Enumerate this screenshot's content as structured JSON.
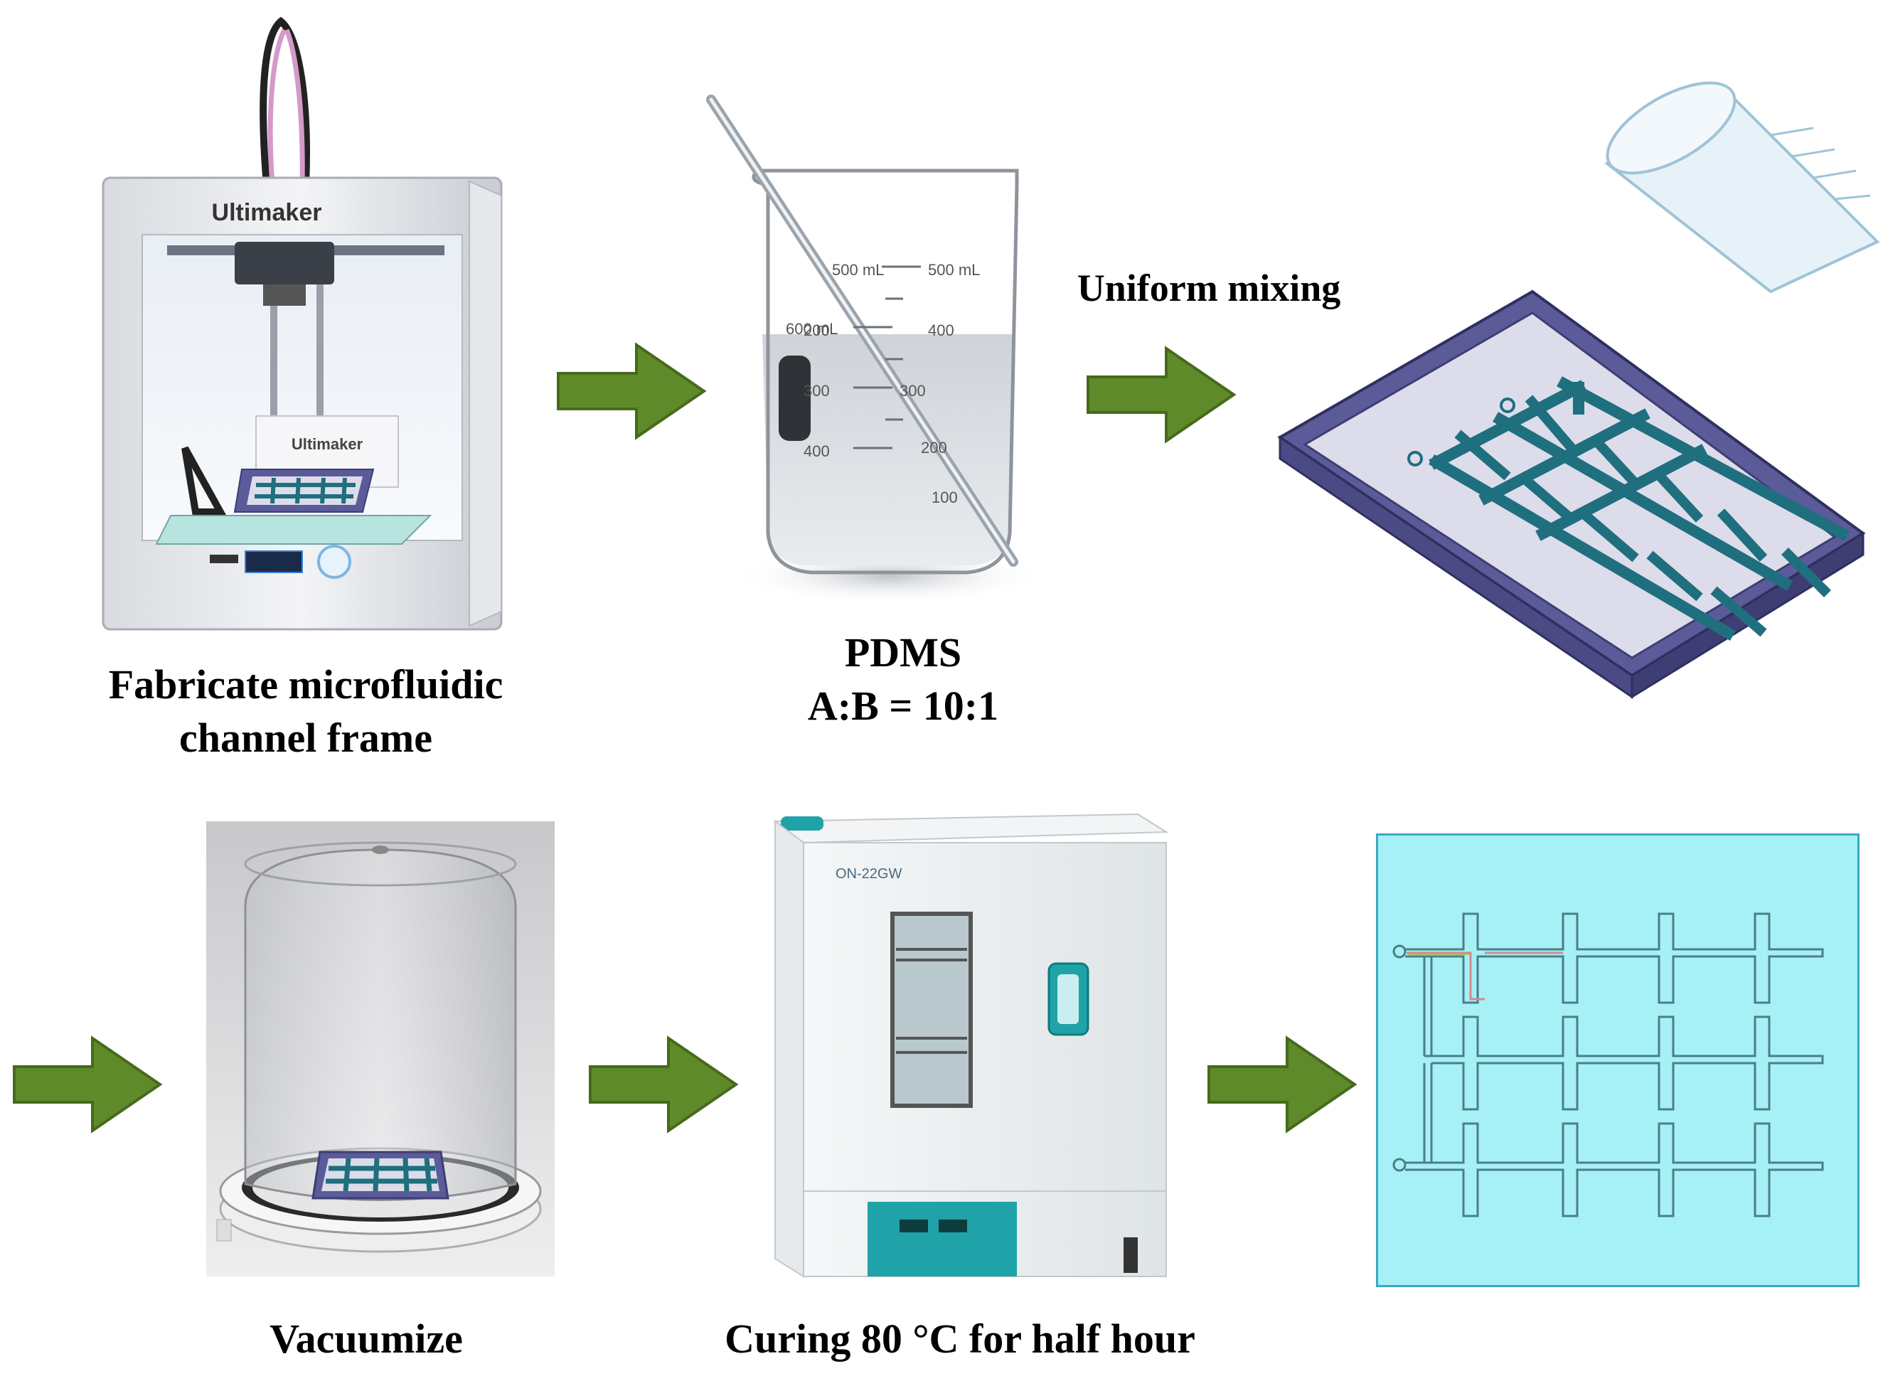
{
  "colors": {
    "arrow": "#5f8a2a",
    "arrow_edge": "#466a1c",
    "tray": "#5b5b9a",
    "tray_floor": "#dcdceb",
    "channel": "#1f6f7f",
    "chip_bg": "#a6f1f6",
    "chip_border": "#3aa9c4"
  },
  "steps": {
    "printer": {
      "label_line1": "Fabricate microfluidic",
      "label_line2": "channel frame",
      "brand": "Ultimaker",
      "brand2": "Ultimaker",
      "icon": "3d-printer-icon"
    },
    "pdms": {
      "label_line1": "PDMS",
      "label_line2": "A:B = 10:1",
      "icon": "beaker-icon",
      "marks_left": [
        "500 mL",
        "200",
        "300",
        "400"
      ],
      "marks_right": [
        "500 mL",
        "400",
        "300",
        "200",
        "100"
      ],
      "top_mark": "600 mL"
    },
    "mixing": {
      "label": "Uniform mixing",
      "icon": "mold-tray-icon"
    },
    "vacuum": {
      "label": "Vacuumize",
      "icon": "vacuum-chamber-icon"
    },
    "curing": {
      "label": "Curing 80 °C for half hour",
      "model": "ON-22GW",
      "icon": "oven-icon"
    },
    "chip": {
      "icon": "microfluidic-chip-icon"
    }
  }
}
